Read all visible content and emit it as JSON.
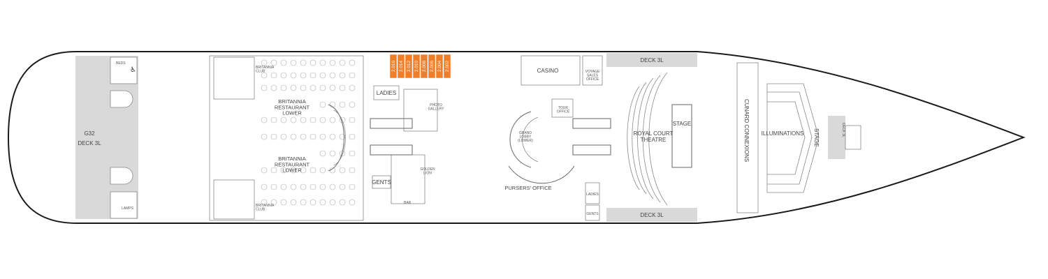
{
  "colors": {
    "hull": "#1a1a1a",
    "service": "#d9d9d9",
    "cabin_highlight": "#f07d28",
    "lines": "#888888"
  },
  "cabins": [
    "2.016",
    "2.014",
    "2.012",
    "2.010",
    "2.008",
    "2.006",
    "2.004",
    "2.002"
  ],
  "labels": {
    "g32": "G32",
    "deck_aft": "DECK 3L",
    "deck_top": "DECK 3L",
    "deck_bottom": "DECK 3L",
    "deck_bow": "DECK 3L",
    "britannia_club_top": "BRITANNIA\nCLUB",
    "britannia_club_bottom": "BRITANNIA\nCLUB",
    "britannia_restaurant_lower_1": "BRITANNIA\nRESTAURANT\nLOWER",
    "britannia_restaurant_lower_2": "BRITANNIA\nRESTAURANT\nLOWER",
    "casino": "CASINO",
    "voyage_sales_office": "VOYAGE\nSALES\nOFFICE",
    "ladies_top": "LADIES",
    "ladies_bottom": "LADIES",
    "gents_left": "GENTS",
    "gents_right": "GENTS",
    "photo_gallery": "PHOTO\nGALLERY",
    "grand_lobby": "GRAND\nLOBBY\n(LOWER)",
    "tour_office": "TOUR\nOFFICE",
    "golden_lion": "GOLDEN\nLION",
    "bar": "BAR",
    "pursers_office": "PURSERS' OFFICE",
    "royal_court_theatre": "ROYAL COURT\nTHEATRE",
    "stage_theatre": "STAGE",
    "cunard_connexions": "CUNARD CONNEXIONS",
    "illuminations": "ILLUMINATIONS",
    "stage_illuminations": "STAGE",
    "beds": "BEDS",
    "lamps": "LAMPS"
  }
}
